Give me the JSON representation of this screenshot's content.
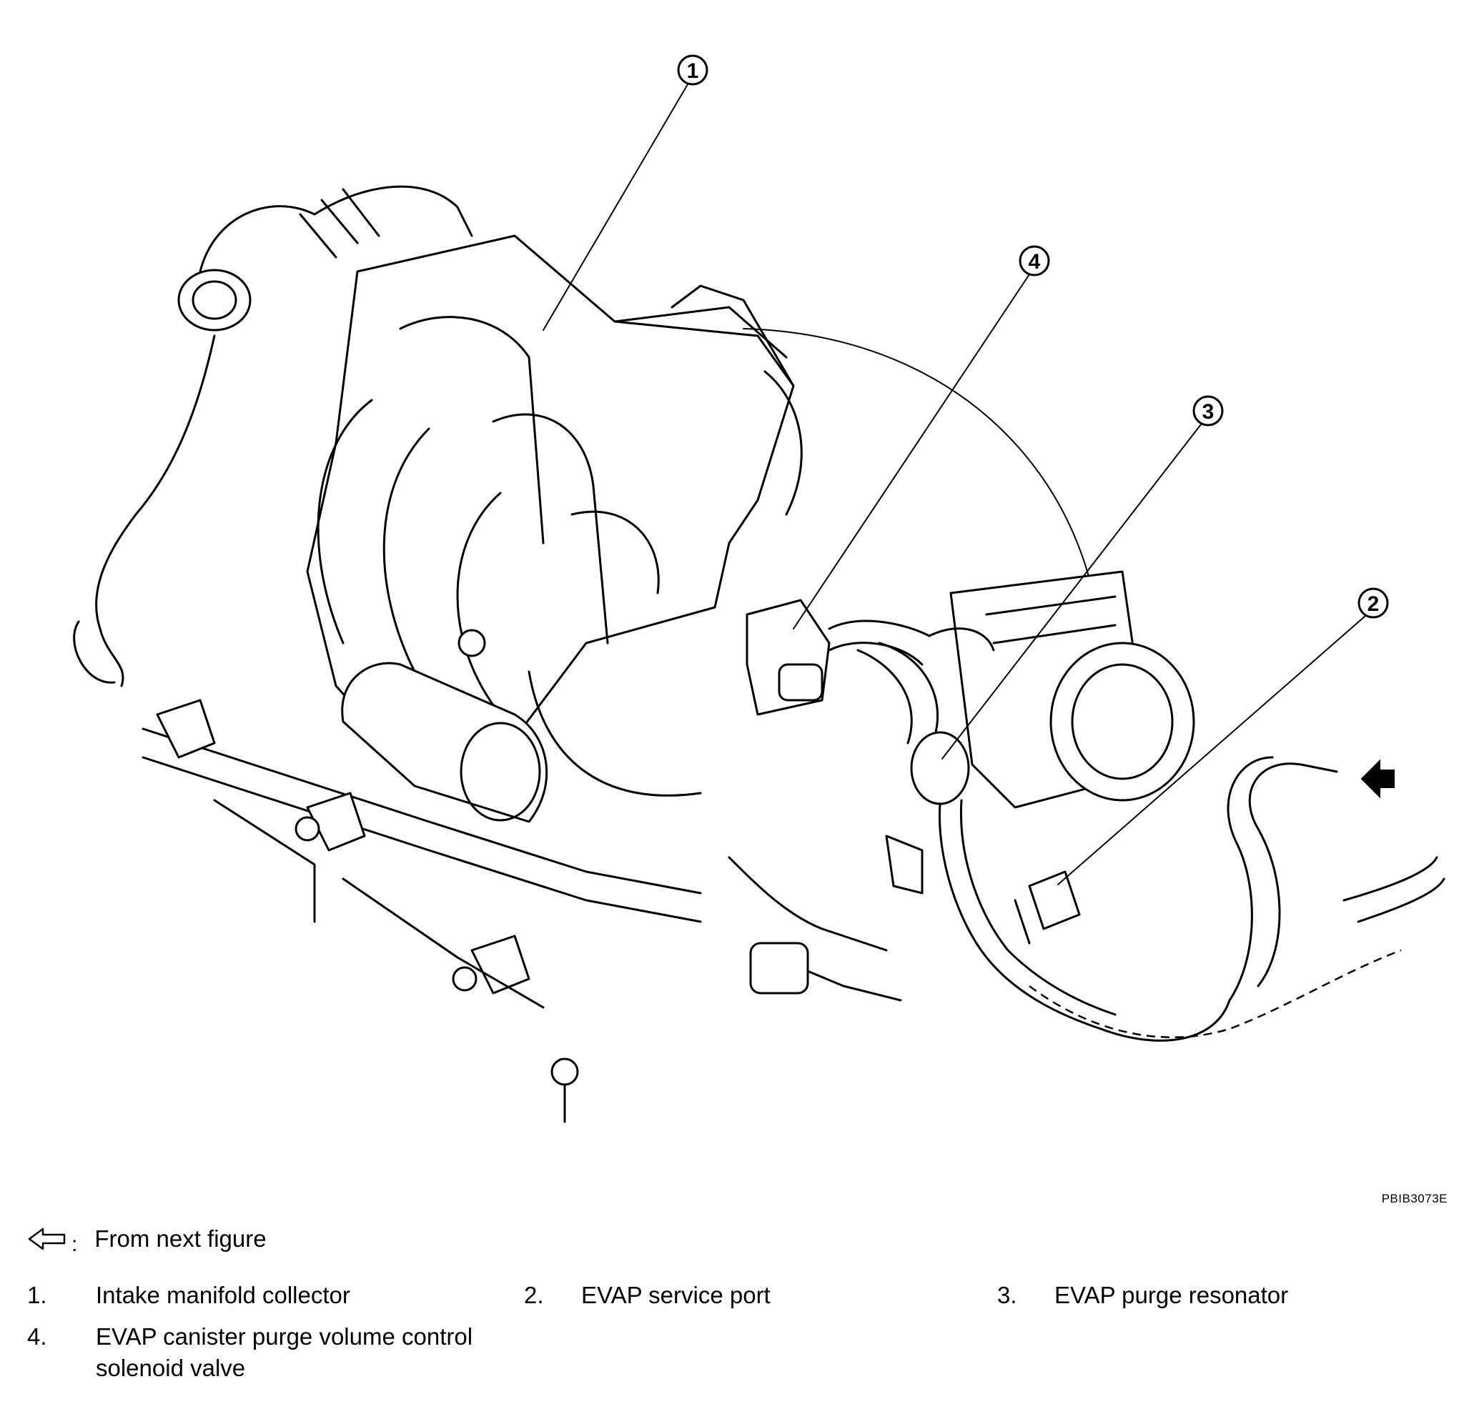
{
  "figure_id": "PBIB3073E",
  "arrow_note": {
    "icon": "hollow-left-arrow-icon",
    "separator": ":",
    "text": "From next figure"
  },
  "callouts": [
    "1",
    "2",
    "3",
    "4"
  ],
  "legend": [
    {
      "number": "1.",
      "label": "Intake manifold collector"
    },
    {
      "number": "2.",
      "label": "EVAP service port"
    },
    {
      "number": "3.",
      "label": "EVAP purge resonator"
    },
    {
      "number": "4.",
      "label_line1": "EVAP canister purge volume control",
      "label_line2": "solenoid valve"
    }
  ]
}
